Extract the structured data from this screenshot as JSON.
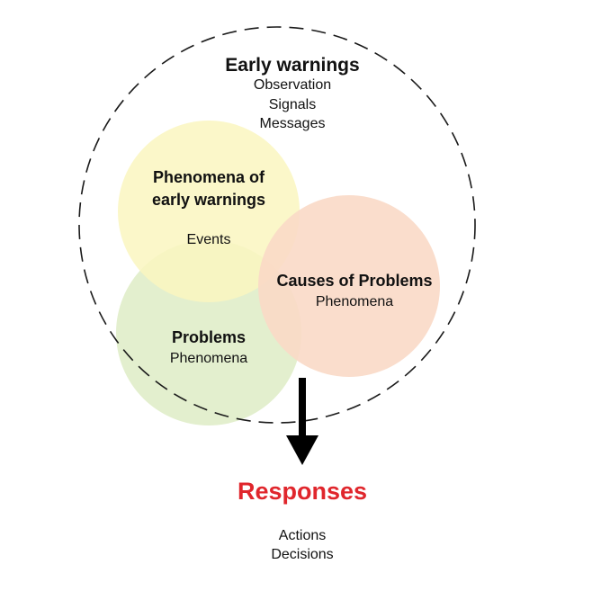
{
  "colors": {
    "phenomena_circle": "#FAF6C0",
    "problems_circle": "#E3EFCE",
    "causes_circle": "#F9D9C7",
    "dashed_border": "#1A1A1A",
    "arrow": "#000000",
    "responses_title": "#E0262C"
  },
  "early_warnings": {
    "title": "Early warnings",
    "items": [
      "Observation",
      "Signals",
      "Messages"
    ]
  },
  "phenomena": {
    "title_line1": "Phenomena of",
    "title_line2": "early warnings",
    "sub": "Events"
  },
  "causes": {
    "title": "Causes of Problems",
    "sub": "Phenomena"
  },
  "problems": {
    "title": "Problems",
    "sub": "Phenomena"
  },
  "responses": {
    "title": "Responses",
    "items": [
      "Actions",
      "Decisions"
    ]
  }
}
